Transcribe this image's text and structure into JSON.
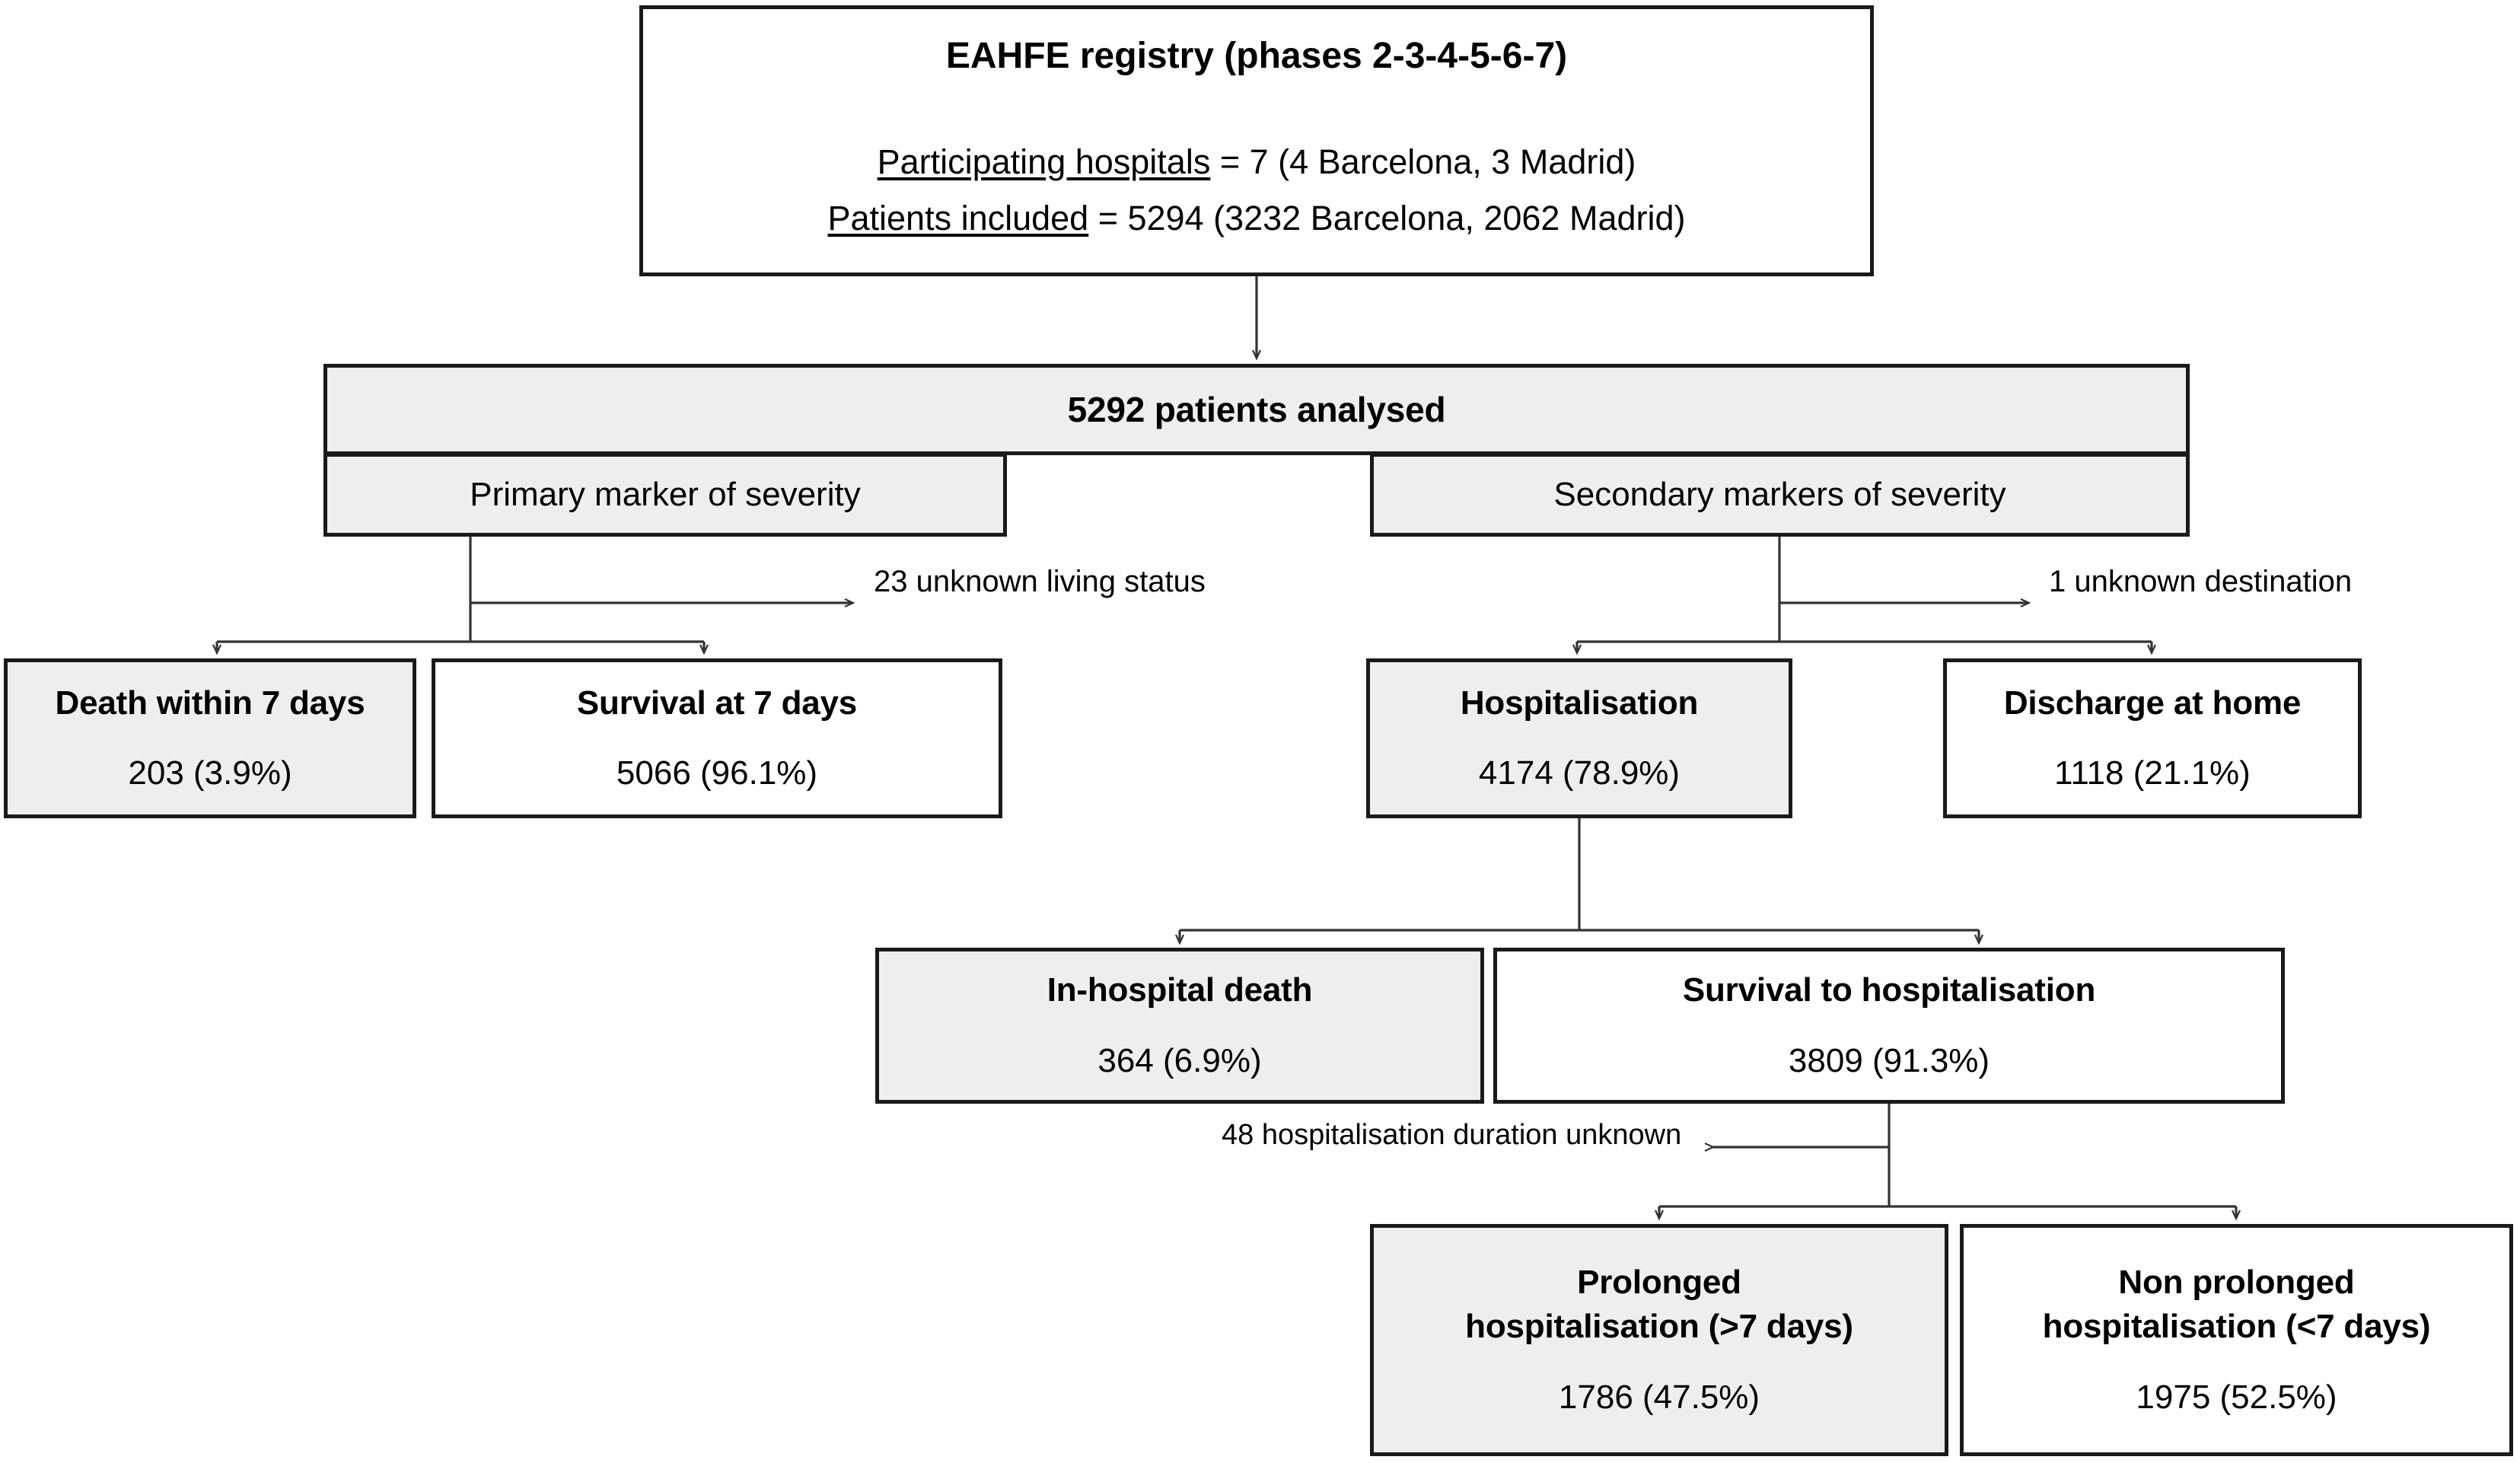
{
  "diagram": {
    "title": "EAHFE registry patient flow",
    "colors": {
      "shaded_fill": "#eeeeee",
      "plain_fill": "#ffffff",
      "border": "#1a1a1a",
      "text": "#000000"
    },
    "root": {
      "title": "EAHFE registry (phases 2-3-4-5-6-7)",
      "line1_label": "Participating hospitals",
      "line1_value": " = 7 (4 Barcelona, 3 Madrid)",
      "line2_label": "Patients included",
      "line2_value": " = 5294 (3232 Barcelona, 2062 Madrid)"
    },
    "analysed": {
      "label": "5292 patients analysed"
    },
    "branches": {
      "primary": {
        "label": "Primary marker of severity"
      },
      "secondary": {
        "label": "Secondary markers of severity"
      }
    },
    "notes": {
      "unknown_living_status": "23 unknown living status",
      "unknown_destination": "1 unknown destination",
      "unknown_duration": "48 hospitalisation duration unknown"
    },
    "nodes": {
      "death7": {
        "title": "Death within 7 days",
        "value": "203 (3.9%)",
        "shaded": true
      },
      "survival7": {
        "title": "Survival at 7 days",
        "value": "5066 (96.1%)",
        "shaded": false
      },
      "hospitalisation": {
        "title": "Hospitalisation",
        "value": "4174 (78.9%)",
        "shaded": true
      },
      "discharge_home": {
        "title": "Discharge at home",
        "value": "1118 (21.1%)",
        "shaded": false
      },
      "in_hospital_death": {
        "title": "In-hospital death",
        "value": "364 (6.9%)",
        "shaded": true
      },
      "survival_hosp": {
        "title": "Survival to hospitalisation",
        "value": "3809 (91.3%)",
        "shaded": false
      },
      "prolonged": {
        "title": "Prolonged\nhospitalisation (>7 days)",
        "value": "1786 (47.5%)",
        "shaded": true
      },
      "non_prolonged": {
        "title": "Non prolonged\nhospitalisation (<7 days)",
        "value": "1975 (52.5%)",
        "shaded": false
      }
    }
  },
  "chart_data": {
    "type": "diagram",
    "title": "EAHFE registry (phases 2-3-4-5-6-7) patient flow",
    "total_included": 5294,
    "total_analysed": 5292,
    "nodes": [
      {
        "id": "registry",
        "label": "EAHFE registry (phases 2-3-4-5-6-7)",
        "hospitals": 7,
        "hospitals_barcelona": 4,
        "hospitals_madrid": 3,
        "patients": 5294,
        "patients_barcelona": 3232,
        "patients_madrid": 2062
      },
      {
        "id": "analysed",
        "label": "5292 patients analysed",
        "n": 5292
      },
      {
        "id": "primary_marker",
        "label": "Primary marker of severity"
      },
      {
        "id": "secondary_markers",
        "label": "Secondary markers of severity"
      },
      {
        "id": "death7",
        "label": "Death within 7 days",
        "n": 203,
        "pct": 3.9
      },
      {
        "id": "survival7",
        "label": "Survival at 7 days",
        "n": 5066,
        "pct": 96.1
      },
      {
        "id": "hospitalisation",
        "label": "Hospitalisation",
        "n": 4174,
        "pct": 78.9
      },
      {
        "id": "discharge_home",
        "label": "Discharge at home",
        "n": 1118,
        "pct": 21.1
      },
      {
        "id": "in_hospital_death",
        "label": "In-hospital death",
        "n": 364,
        "pct": 6.9
      },
      {
        "id": "survival_hosp",
        "label": "Survival to hospitalisation",
        "n": 3809,
        "pct": 91.3
      },
      {
        "id": "prolonged",
        "label": "Prolonged hospitalisation (>7 days)",
        "n": 1786,
        "pct": 47.5
      },
      {
        "id": "non_prolonged",
        "label": "Non prolonged hospitalisation (<7 days)",
        "n": 1975,
        "pct": 52.5
      }
    ],
    "exclusions": [
      {
        "from": "primary_marker",
        "n": 23,
        "reason": "unknown living status"
      },
      {
        "from": "secondary_markers",
        "n": 1,
        "reason": "unknown destination"
      },
      {
        "from": "survival_hosp",
        "n": 48,
        "reason": "hospitalisation duration unknown"
      }
    ],
    "edges": [
      {
        "from": "registry",
        "to": "analysed"
      },
      {
        "from": "analysed",
        "to": "primary_marker"
      },
      {
        "from": "analysed",
        "to": "secondary_markers"
      },
      {
        "from": "primary_marker",
        "to": "death7"
      },
      {
        "from": "primary_marker",
        "to": "survival7"
      },
      {
        "from": "secondary_markers",
        "to": "hospitalisation"
      },
      {
        "from": "secondary_markers",
        "to": "discharge_home"
      },
      {
        "from": "hospitalisation",
        "to": "in_hospital_death"
      },
      {
        "from": "hospitalisation",
        "to": "survival_hosp"
      },
      {
        "from": "survival_hosp",
        "to": "prolonged"
      },
      {
        "from": "survival_hosp",
        "to": "non_prolonged"
      }
    ]
  }
}
